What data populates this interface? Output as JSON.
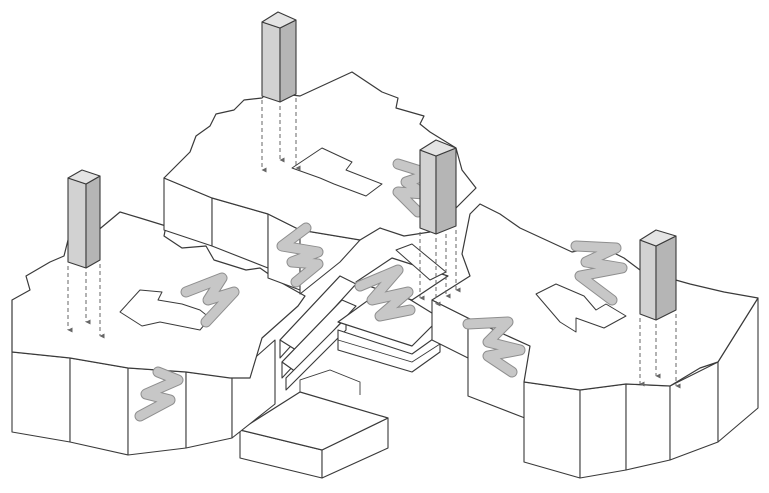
{
  "colors": {
    "line": "#3a3a3a",
    "core_front": "#d2d2d2",
    "core_side": "#b5b5b5",
    "core_top": "#e4e4e4",
    "stair_fill": "#c7c7c7",
    "stair_edge": "#8e8e8e",
    "arrow": "#666666"
  },
  "icons": {
    "core_tower": "extruded-box",
    "stair": "zigzag-ribbon",
    "drop_arrow": "dashed-down-arrow"
  }
}
